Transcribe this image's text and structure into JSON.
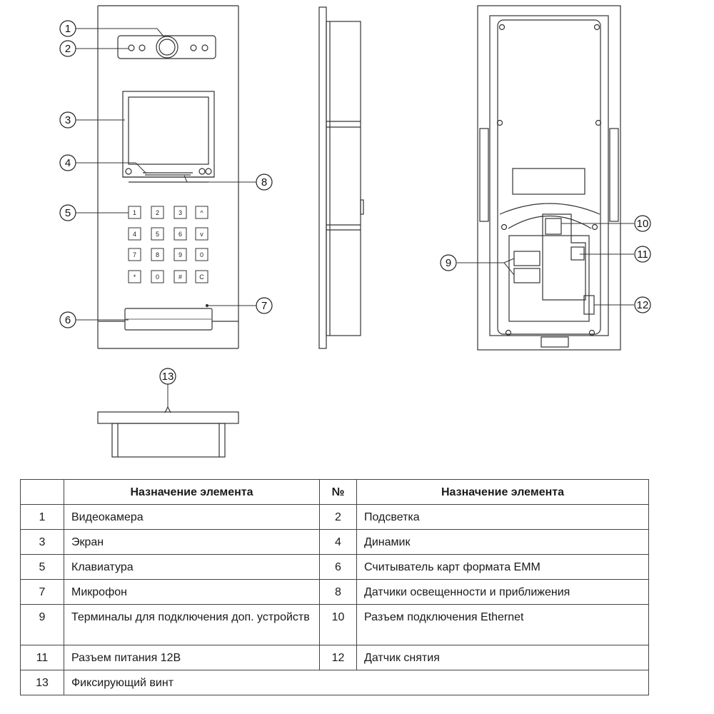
{
  "callouts": [
    "1",
    "2",
    "3",
    "4",
    "5",
    "6",
    "7",
    "8",
    "9",
    "10",
    "11",
    "12",
    "13"
  ],
  "keypad": {
    "keys": [
      "1",
      "2",
      "3",
      "^",
      "4",
      "5",
      "6",
      "v",
      "7",
      "8",
      "9",
      "0",
      "*",
      "0",
      "#",
      "C"
    ]
  },
  "table": {
    "headers": [
      "",
      "Назначение элемента",
      "№",
      "Назначение элемента"
    ],
    "rows": [
      {
        "n1": "1",
        "d1": "Видеокамера",
        "n2": "2",
        "d2": "Подсветка"
      },
      {
        "n1": "3",
        "d1": "Экран",
        "n2": "4",
        "d2": "Динамик"
      },
      {
        "n1": "5",
        "d1": "Клавиатура",
        "n2": "6",
        "d2": "Считыватель карт формата EMM"
      },
      {
        "n1": "7",
        "d1": "Микрофон",
        "n2": "8",
        "d2": "Датчики освещенности и приближения"
      },
      {
        "n1": "9",
        "d1": "Терминалы для подключения доп. устройств",
        "n2": "10",
        "d2": "Разъем подключения Ethernet"
      },
      {
        "n1": "11",
        "d1": "Разъем питания 12В",
        "n2": "12",
        "d2": "Датчик снятия"
      }
    ],
    "last_row": {
      "n1": "13",
      "d1": "Фиксирующий винт"
    }
  }
}
